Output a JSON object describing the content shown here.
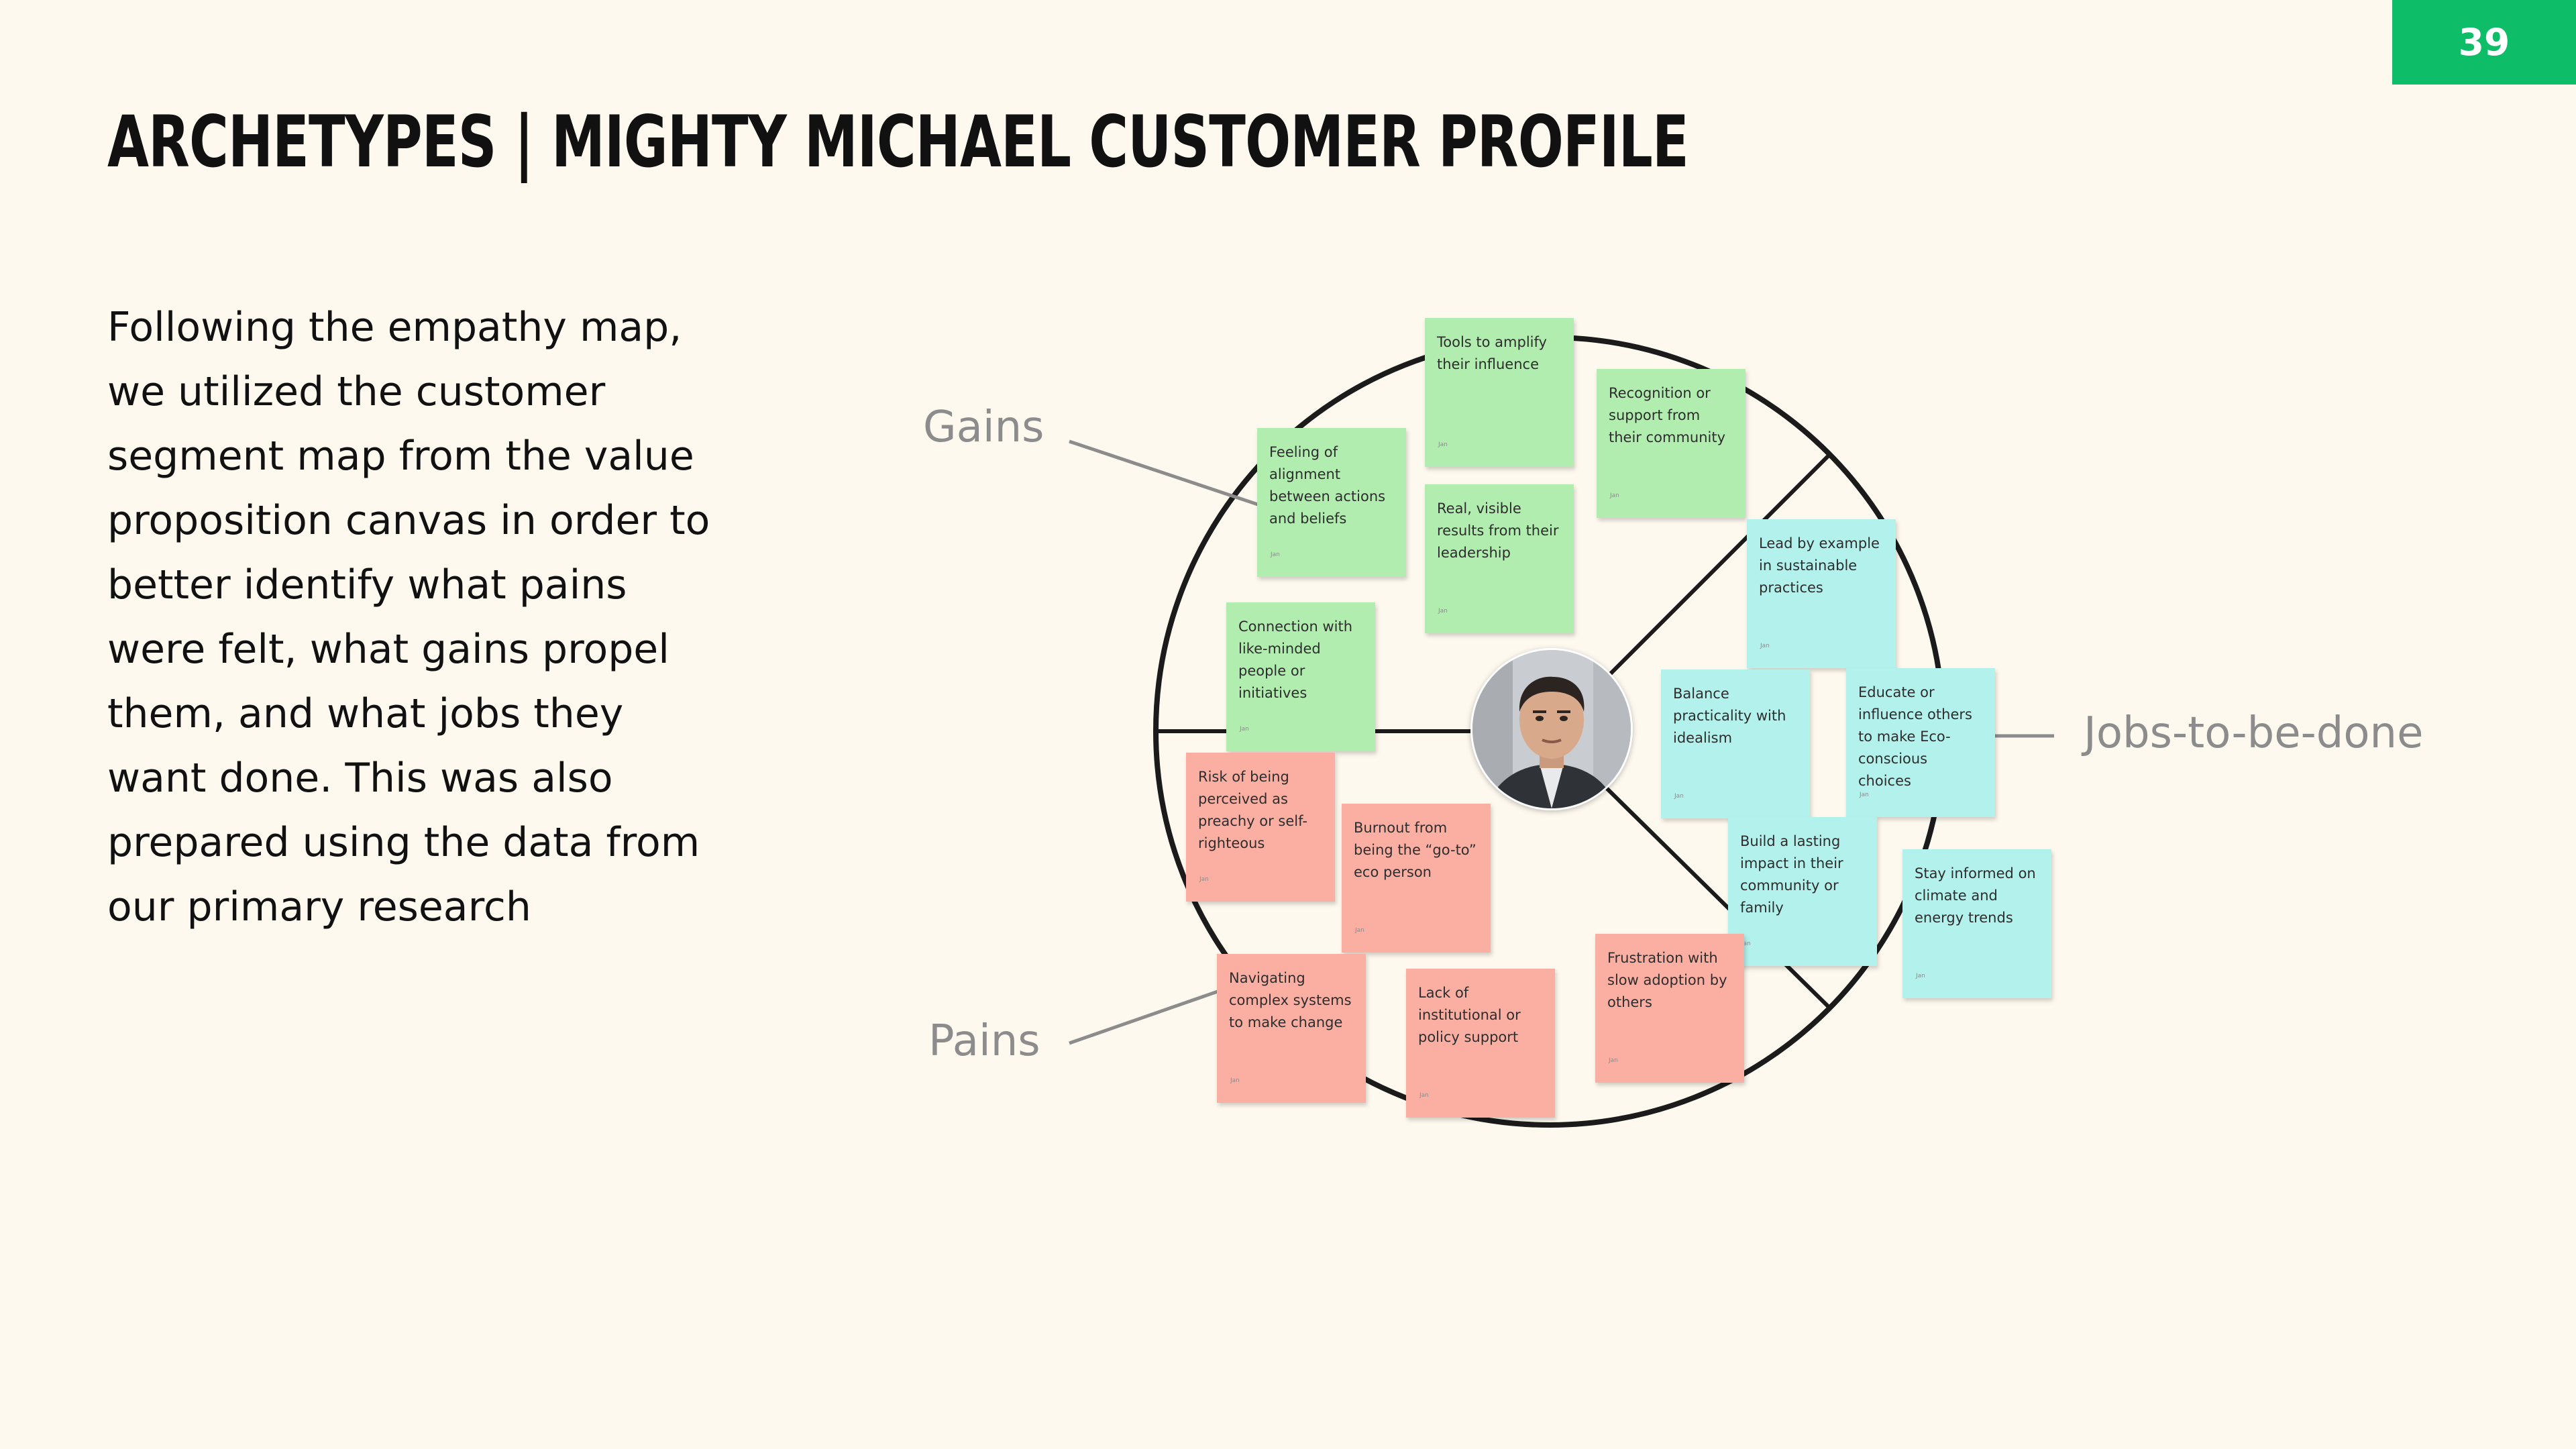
{
  "page_number": "39",
  "title": "ARCHETYPES | MIGHTY MICHAEL CUSTOMER PROFILE",
  "body": "Following the empathy map, we utilized the customer segment map from the value proposition canvas in order to better identify what pains were felt, what gains propel them, and what jobs they want done. This was also prepared using the data from our primary research",
  "diagram": {
    "labels": {
      "gains": "Gains",
      "pains": "Pains",
      "jobs": "Jobs-to-be-done"
    },
    "gains_notes": [
      {
        "text": "Tools to amplify their influence",
        "sig": "Jan"
      },
      {
        "text": "Recognition or support from their community",
        "sig": "Jan"
      },
      {
        "text": "Feeling of alignment between actions and beliefs",
        "sig": "Jan"
      },
      {
        "text": "Real, visible results from their leadership",
        "sig": "Jan"
      },
      {
        "text": "Connection with like-minded people or initiatives",
        "sig": "Jan"
      }
    ],
    "jobs_notes": [
      {
        "text": "Lead by example in sustainable practices",
        "sig": "Jan"
      },
      {
        "text": "Balance practicality with idealism",
        "sig": "Jan"
      },
      {
        "text": "Educate or influence others to make Eco-conscious choices",
        "sig": "Jan"
      },
      {
        "text": "Build a lasting impact in their community or family",
        "sig": "Jan"
      },
      {
        "text": "Stay informed on climate and energy trends",
        "sig": "Jan"
      }
    ],
    "pains_notes": [
      {
        "text": "Risk of being perceived as preachy or self-righteous",
        "sig": "Jan"
      },
      {
        "text": "Burnout from being the “go-to” eco person",
        "sig": "Jan"
      },
      {
        "text": "Navigating complex systems to make change",
        "sig": "Jan"
      },
      {
        "text": "Lack of institutional or policy support",
        "sig": "Jan"
      },
      {
        "text": "Frustration with slow adoption by others",
        "sig": "Jan"
      }
    ],
    "colors": {
      "gains": "#b2edb0",
      "jobs": "#b3f1ec",
      "pains": "#fbafa3",
      "badge": "#0ebd67",
      "background": "#fdf9ef"
    },
    "center_icon": "person-portrait"
  }
}
